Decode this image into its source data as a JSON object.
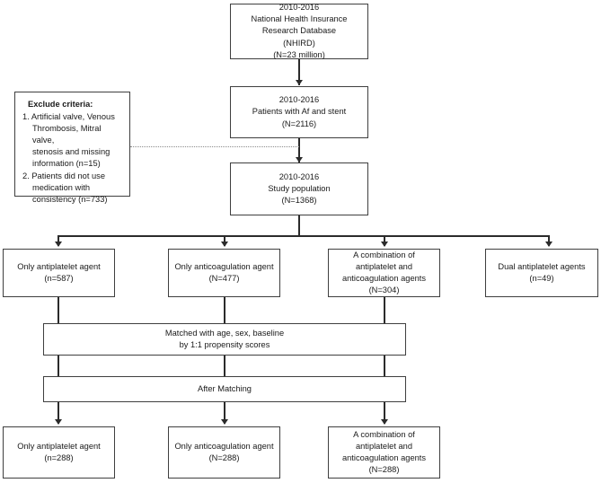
{
  "figure": {
    "type": "flowchart",
    "title": "Study population selection flow diagram"
  },
  "nodes": {
    "source_database": {
      "line1": "2010-2016",
      "line2": "National Health Insurance",
      "line3": "Research Database",
      "line4": "(NHIRD)",
      "line5": "(N=23 million)"
    },
    "af_stent": {
      "line1": "2010-2016",
      "line2": "Patients with Af and stent",
      "line3": "(N=2116)"
    },
    "study_population": {
      "line1": "2010-2016",
      "line2": "Study population",
      "line3": "(N=1368)"
    },
    "exclude_criteria": {
      "title": "Exclude criteria:",
      "item1_line1": "1. Artificial valve, Venous",
      "item1_line2": "Thrombosis, Mitral valve,",
      "item1_line3": "stenosis and missing",
      "item1_line4": "information (n=15)",
      "item2_line1": "2. Patients did not use",
      "item2_line2": "medication with",
      "item2_line3": "consistency  (n=733)"
    },
    "group_antiplatelet": {
      "line1": "Only antiplatelet agent",
      "line2": "(n=587)"
    },
    "group_anticoagulation": {
      "line1": "Only anticoagulation agent",
      "line2": "(N=477)"
    },
    "group_combination": {
      "line1": "A combination of",
      "line2": "antiplatelet and",
      "line3": "anticoagulation agents",
      "line4": "(N=304)"
    },
    "group_dual": {
      "line1": "Dual antiplatelet agents",
      "line2": "(n=49)"
    },
    "matching": {
      "line1": "Matched with age, sex, baseline",
      "line2": "by 1:1 propensity scores"
    },
    "after_matching": {
      "line1": "After Matching"
    },
    "matched_antiplatelet": {
      "line1": "Only antiplatelet agent",
      "line2": "(n=288)"
    },
    "matched_anticoagulation": {
      "line1": "Only anticoagulation agent",
      "line2": "(N=288)"
    },
    "matched_combination": {
      "line1": "A combination of",
      "line2": "antiplatelet and",
      "line3": "anticoagulation agents",
      "line4": "(N=288)"
    }
  },
  "style": {
    "box_border_color": "#3f3f3f",
    "connector_color": "#2b2b2b",
    "dotted_connector_color": "#8a8a8a",
    "background": "#ffffff"
  }
}
